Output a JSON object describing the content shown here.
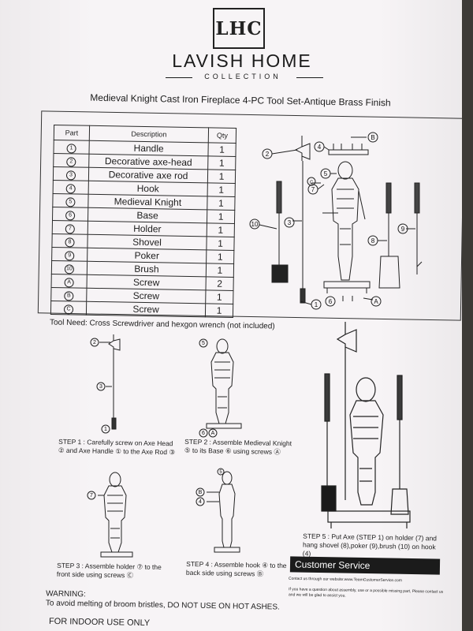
{
  "logo": {
    "mark": "LHC",
    "name": "LAVISH HOME",
    "sub": "COLLECTION"
  },
  "title": "Medieval Knight Cast Iron Fireplace 4-PC Tool Set-Antique Brass Finish",
  "table": {
    "headers": [
      "Part",
      "Description",
      "Qty"
    ],
    "rows": [
      {
        "part": "1",
        "desc": "Handle",
        "qty": "1"
      },
      {
        "part": "2",
        "desc": "Decorative axe-head",
        "qty": "1"
      },
      {
        "part": "3",
        "desc": "Decorative axe rod",
        "qty": "1"
      },
      {
        "part": "4",
        "desc": "Hook",
        "qty": "1"
      },
      {
        "part": "5",
        "desc": "Medieval Knight",
        "qty": "1"
      },
      {
        "part": "6",
        "desc": "Base",
        "qty": "1"
      },
      {
        "part": "7",
        "desc": "Holder",
        "qty": "1"
      },
      {
        "part": "8",
        "desc": "Shovel",
        "qty": "1"
      },
      {
        "part": "9",
        "desc": "Poker",
        "qty": "1"
      },
      {
        "part": "10",
        "desc": "Brush",
        "qty": "1"
      },
      {
        "part": "A",
        "desc": "Screw",
        "qty": "2"
      },
      {
        "part": "B",
        "desc": "Screw",
        "qty": "1"
      },
      {
        "part": "C",
        "desc": "Screw",
        "qty": "1"
      }
    ]
  },
  "tool_need": "Tool Need: Cross Screwdriver and hexgon wrench (not included)",
  "steps": {
    "s1": "STEP 1 :  Carefully screw on Axe Head ② and Axe Handle ① to the Axe Rod ③",
    "s2": "STEP 2 :  Assemble Medieval Knight ⑤ to its Base ⑥ using screws Ⓐ",
    "s3": "STEP 3 :  Assemble holder ⑦ to the front side using screws Ⓒ",
    "s4": "STEP 4 :  Assemble hook ④ to the back side using screws Ⓑ",
    "s5": "STEP 5 :  Put Axe (STEP 1) on holder (7) and hang shovel (8),poker (9),brush (10) on hook (4)"
  },
  "service": {
    "title": "Customer Service",
    "line1": "Contact us through our website:www.TeamCustomerService.com",
    "line2": "If you have a question about assembly, use or a possible missing part, Please contact us and we will be glad to assist you."
  },
  "warning": {
    "head": "WARNING:",
    "text": "To avoid melting of broom bristles, DO NOT USE ON HOT ASHES."
  },
  "indoor": "FOR INDOOR USE ONLY",
  "labels": {
    "d1": "1",
    "d2": "2",
    "d3": "3",
    "d4": "4",
    "d5": "5",
    "d6": "6",
    "d7": "7",
    "d8": "8",
    "d9": "9",
    "d10": "10",
    "dA": "A",
    "dB": "B",
    "dC": "C"
  }
}
